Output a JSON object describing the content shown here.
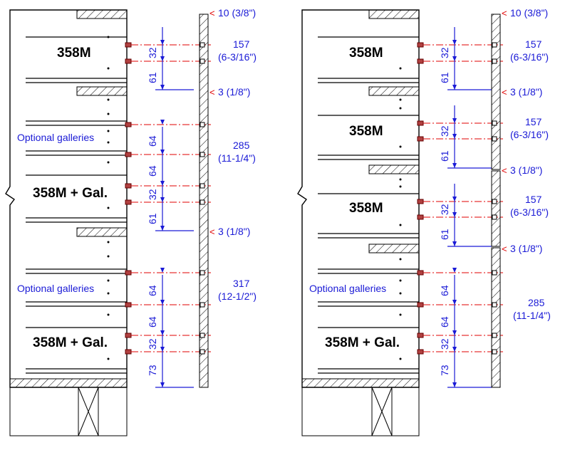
{
  "colors": {
    "line": "#000000",
    "dimension": "#1a1ad6",
    "centerline": "#e00000",
    "text": "#000000"
  },
  "left_cabinet": {
    "top_offset": "10 (3/8\")",
    "labels": [
      "358M",
      "Optional galleries",
      "358M + Gal.",
      "Optional galleries",
      "358M + Gal."
    ],
    "vertical_dims": [
      "32",
      "61",
      "64",
      "64",
      "32",
      "61",
      "64",
      "64",
      "32",
      "73"
    ],
    "groups": [
      {
        "metric": "157",
        "imperial": "(6-3/16\")"
      },
      {
        "metric": "285",
        "imperial": "(11-1/4\")"
      },
      {
        "metric": "317",
        "imperial": "(12-1/2\")"
      }
    ],
    "gaps": [
      "3 (1/8\")",
      "3 (1/8\")"
    ]
  },
  "right_cabinet": {
    "top_offset": "10 (3/8\")",
    "labels": [
      "358M",
      "358M",
      "358M",
      "Optional galleries",
      "358M + Gal."
    ],
    "vertical_dims": [
      "32",
      "61",
      "32",
      "61",
      "32",
      "61",
      "64",
      "64",
      "32",
      "73"
    ],
    "groups": [
      {
        "metric": "157",
        "imperial": "(6-3/16\")"
      },
      {
        "metric": "157",
        "imperial": "(6-3/16\")"
      },
      {
        "metric": "157",
        "imperial": "(6-3/16\")"
      },
      {
        "metric": "285",
        "imperial": "(11-1/4\")"
      }
    ],
    "gaps": [
      "3 (1/8\")",
      "3 (1/8\")",
      "3 (1/8\")"
    ]
  }
}
